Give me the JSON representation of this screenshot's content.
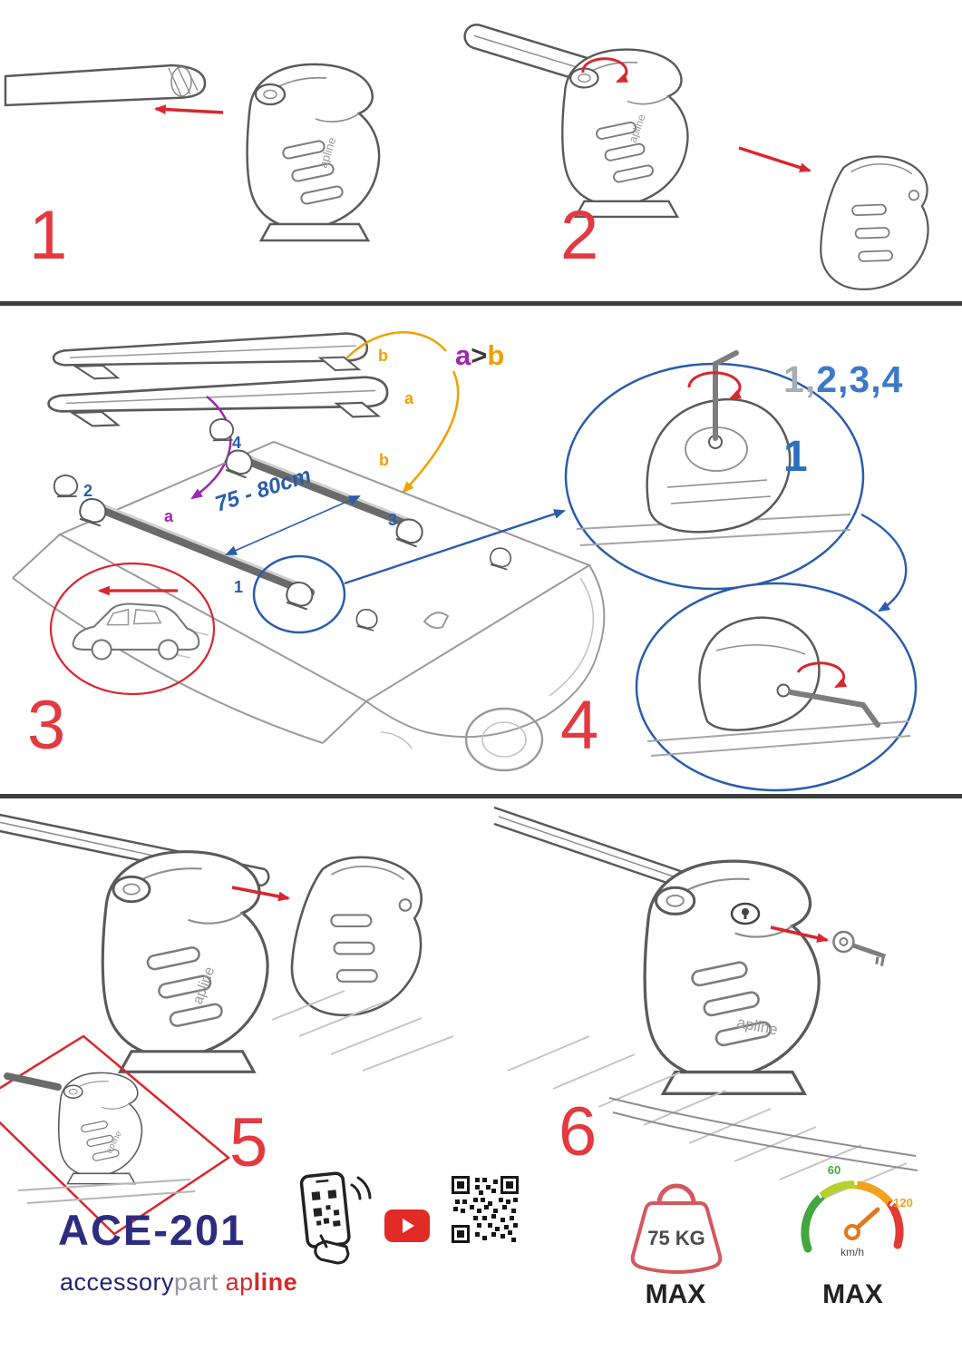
{
  "sheet": {
    "model": "ACE-201",
    "brand": {
      "primary": "accessory",
      "secondary": "part",
      "suffix_a": "ap",
      "suffix_b": "line"
    },
    "foot_logo": "apline"
  },
  "steps": {
    "s1": "1",
    "s2": "2",
    "s3": "3",
    "s4": "4",
    "s5": "5",
    "s6": "6"
  },
  "labels": {
    "compare": {
      "a": "a",
      "gt": ">",
      "b": "b"
    },
    "sequence": {
      "muted": "1,",
      "accent": "2,3,4"
    },
    "bar_top_b": "b",
    "bar_top_a": "a",
    "roof_a": "a",
    "roof_b": "b",
    "roof_1": "1",
    "roof_2": "2",
    "roof_3": "3",
    "roof_4": "4",
    "measurement": "75 - 80cm",
    "detail_callout": "1"
  },
  "limits": {
    "weight": {
      "value": "75 KG",
      "label": "MAX"
    },
    "speed": {
      "min": "60",
      "max": "120",
      "unit": "km/h",
      "label": "MAX"
    }
  },
  "colors": {
    "step_red": "#e23a40",
    "arrow_red": "#d8272e",
    "blue": "#2a5caa",
    "callout_blue": "#2f6fc1",
    "purple": "#9c27b0",
    "orange": "#f0a000",
    "navy": "#2e2c80",
    "brand_red": "#d62828",
    "muted_gray": "#a7adb5"
  },
  "icons": {
    "phone_scan": "phone-scan-icon",
    "youtube": "youtube-icon",
    "qr": "qr-code-icon",
    "weight": "weight-limit-icon",
    "speedometer": "speed-limit-icon"
  }
}
